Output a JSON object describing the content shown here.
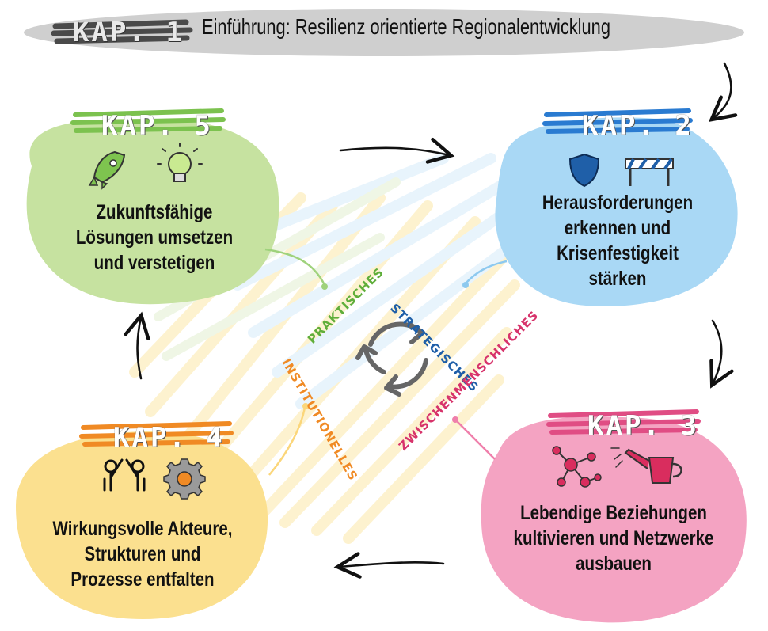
{
  "header": {
    "kap_label": "KAP. 1",
    "title": "Einführung: Resilienz orientierte Regionalentwicklung"
  },
  "chapters": [
    {
      "kap": "KAP. 2",
      "lines": [
        "Herausforderungen",
        "erkennen und",
        "Krisenfestigkeit",
        "stärken"
      ],
      "icons": [
        "shield-icon",
        "barrier-icon"
      ]
    },
    {
      "kap": "KAP. 3",
      "lines": [
        "Lebendige Beziehungen",
        "kultivieren und Netzwerke",
        "ausbauen"
      ],
      "icons": [
        "network-icon",
        "watering-can-icon"
      ]
    },
    {
      "kap": "KAP. 4",
      "lines": [
        "Wirkungsvolle Akteure,",
        "Strukturen und",
        "Prozesse entfalten"
      ],
      "icons": [
        "people-high-five-icon",
        "gear-icon"
      ]
    },
    {
      "kap": "KAP. 5",
      "lines": [
        "Zukunftsfähige",
        "Lösungen umsetzen",
        "und verstetigen"
      ],
      "icons": [
        "rocket-icon",
        "lightbulb-icon"
      ]
    }
  ],
  "dimensions": {
    "strategic": "STRATEGISCHES",
    "interpersonal": "ZWISCHENMENSCHLICHES",
    "institutional": "INSTITUTIONELLES",
    "practical": "PRAKTISCHES"
  },
  "colors": {
    "kap1": "#c9c9c9",
    "kap2": "#a9d8f5",
    "kap3": "#f4a3c2",
    "kap4": "#fbe08f",
    "kap5": "#c6e2a0",
    "strategic": "#1f5fa8",
    "interpersonal": "#d7336b",
    "institutional": "#f08a24",
    "practical": "#5fae3a"
  }
}
